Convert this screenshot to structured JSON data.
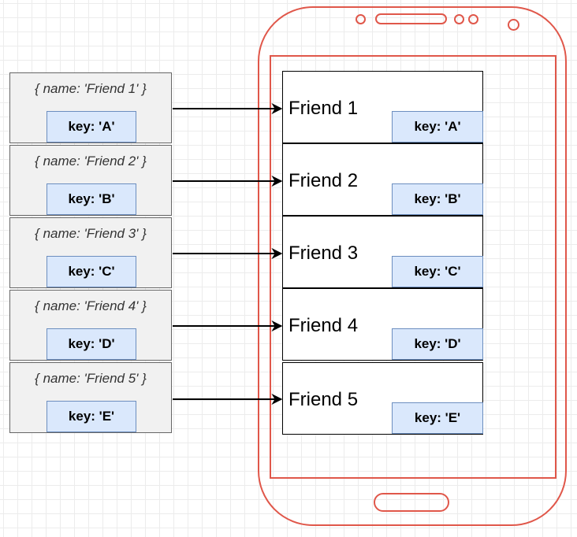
{
  "colors": {
    "phone_outline": "#e0574a",
    "key_fill": "#dae8fc",
    "key_border": "#6c8ebf",
    "object_fill": "#f1f1f1",
    "object_border": "#666666",
    "arrow": "#000000"
  },
  "objects": [
    {
      "label": "{ name: 'Friend 1' }",
      "key": "key: 'A'"
    },
    {
      "label": "{ name: 'Friend 2' }",
      "key": "key: 'B'"
    },
    {
      "label": "{ name: 'Friend 3' }",
      "key": "key: 'C'"
    },
    {
      "label": "{ name: 'Friend 4' }",
      "key": "key: 'D'"
    },
    {
      "label": "{ name: 'Friend 5' }",
      "key": "key: 'E'"
    }
  ],
  "list_items": [
    {
      "label": "Friend 1",
      "key": "key: 'A'"
    },
    {
      "label": "Friend 2",
      "key": "key: 'B'"
    },
    {
      "label": "Friend 3",
      "key": "key: 'C'"
    },
    {
      "label": "Friend 4",
      "key": "key: 'D'"
    },
    {
      "label": "Friend 5",
      "key": "key: 'E'"
    }
  ]
}
